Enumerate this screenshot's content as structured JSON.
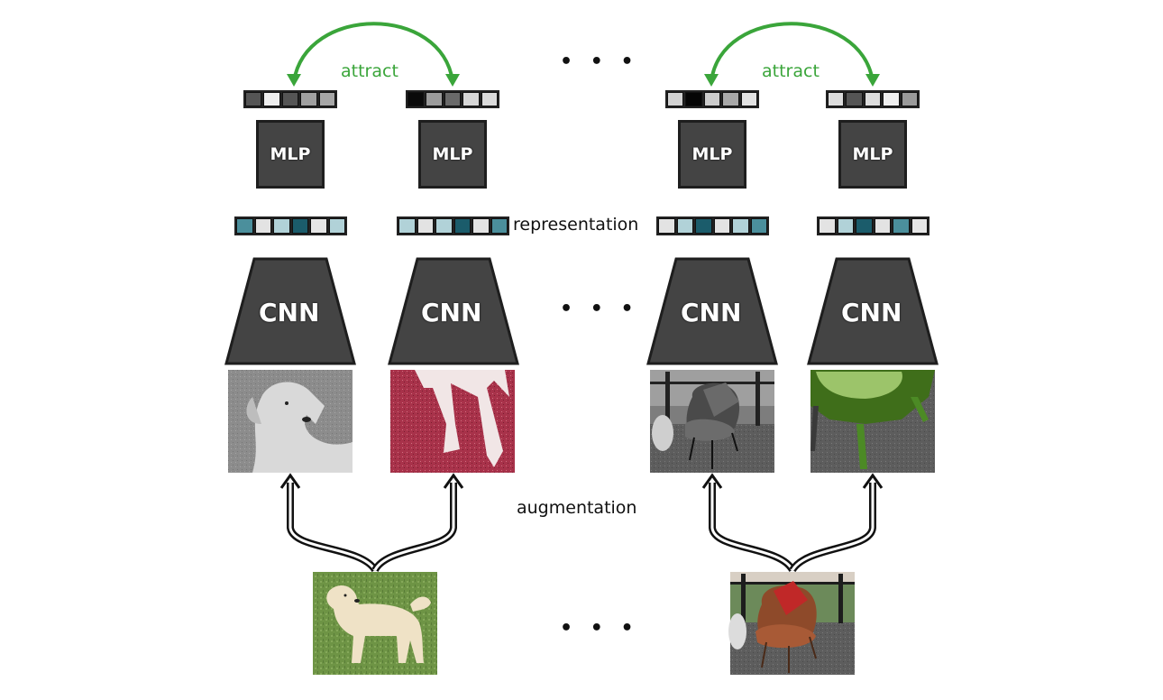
{
  "diagram": {
    "type": "contrastive-learning-pipeline",
    "labels": {
      "attract": "attract",
      "representation": "representation",
      "augmentation": "augmentation",
      "ellipsis": "• • •"
    },
    "colors": {
      "attract_arrow": "#3aa53a",
      "block_fill": "#444444",
      "block_border": "#1e1e1e",
      "teal_dark": "#1b5c6b",
      "teal_mid": "#4b8f9c",
      "teal_light": "#b1d2d8",
      "cell_light": "#e3e3e3"
    },
    "columns": [
      {
        "projection": [
          "#555555",
          "#eeeeee",
          "#555555",
          "#a0a0a0",
          "#a6a6a6"
        ],
        "mlp_label": "MLP",
        "representation": [
          "#4b8f9c",
          "#e3e3e3",
          "#b1d2d8",
          "#1b5c6b",
          "#e6e6e6",
          "#b1d2d8"
        ],
        "cnn_label": "CNN",
        "augmented_image": "grayscale dog crop",
        "source": "dog"
      },
      {
        "projection": [
          "#0a0a0a",
          "#9c9c9c",
          "#6a6a6a",
          "#d6d6d6",
          "#dadada"
        ],
        "mlp_label": "MLP",
        "representation": [
          "#b1d2d8",
          "#e3e3e3",
          "#b1d2d8",
          "#1b5c6b",
          "#e3e3e3",
          "#4b8f9c"
        ],
        "cnn_label": "CNN",
        "augmented_image": "red-tinted dog legs crop",
        "source": "dog"
      },
      {
        "projection": [
          "#d2d2d2",
          "#050505",
          "#cccccc",
          "#a8a8a8",
          "#e2e2e2"
        ],
        "mlp_label": "MLP",
        "representation": [
          "#e3e3e3",
          "#b1d2d8",
          "#1b5c6b",
          "#e3e3e3",
          "#b1d2d8",
          "#4b8f9c"
        ],
        "cnn_label": "CNN",
        "augmented_image": "grayscale chair",
        "source": "chair"
      },
      {
        "projection": [
          "#dcdcdc",
          "#555555",
          "#dcdcdc",
          "#efefef",
          "#9a9a9a"
        ],
        "mlp_label": "MLP",
        "representation": [
          "#e3e3e3",
          "#b1d2d8",
          "#1b5c6b",
          "#e3e3e3",
          "#4b8f9c",
          "#e6e6e6"
        ],
        "cnn_label": "CNN",
        "augmented_image": "green-tinted chair crop",
        "source": "chair"
      }
    ],
    "source_images": [
      {
        "name": "dog",
        "description": "yellow labrador on grass"
      },
      {
        "name": "chair",
        "description": "red leather armchair on balcony"
      }
    ]
  }
}
